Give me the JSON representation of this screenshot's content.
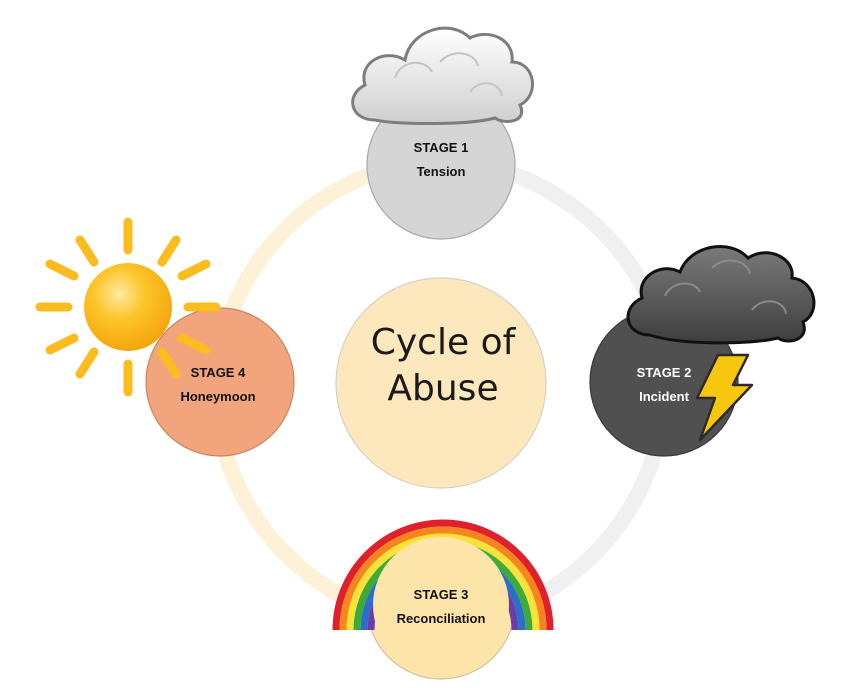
{
  "diagram": {
    "center": {
      "line1": "Cycle of",
      "line2": "Abuse"
    },
    "stages": [
      {
        "stage": "STAGE 1",
        "name": "Tension",
        "icon": "cloud-icon",
        "color": "#d5d5d5"
      },
      {
        "stage": "STAGE 2",
        "name": "Incident",
        "icon": "storm-cloud-lightning-icon",
        "color": "#505050"
      },
      {
        "stage": "STAGE 3",
        "name": "Reconciliation",
        "icon": "rainbow-icon",
        "color": "#fde4a8"
      },
      {
        "stage": "STAGE 4",
        "name": "Honeymoon",
        "icon": "sun-icon",
        "color": "#f2a57c"
      }
    ],
    "colors": {
      "ring": "#fdf0d4",
      "ring_gray": "#f0f0f0",
      "center_fill": "#fde8be",
      "sun": "#fbbc1f",
      "lightning": "#f7c70f"
    }
  }
}
